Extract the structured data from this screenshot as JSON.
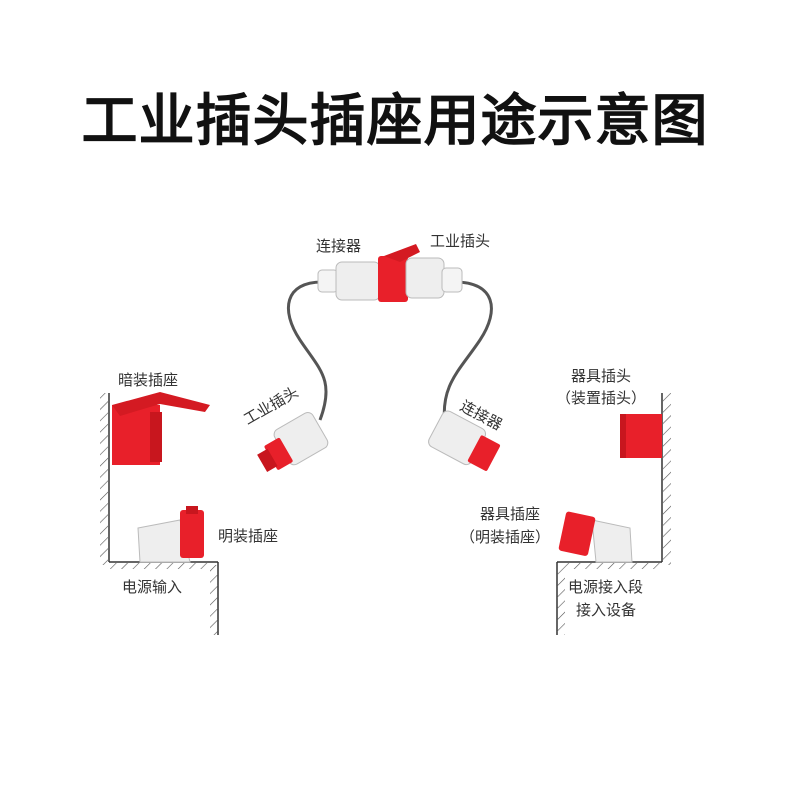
{
  "title": "工业插头插座用途示意图",
  "labels": {
    "connector_top": "连接器",
    "plug_top": "工业插头",
    "flush_socket": "暗装插座",
    "plug_left": "工业插头",
    "connector_right": "连接器",
    "appliance_plug": "器具插头",
    "appliance_plug_note": "（装置插头）",
    "surface_socket": "明装插座",
    "appliance_socket": "器具插座",
    "appliance_socket_note": "（明装插座）",
    "power_input": "电源输入",
    "power_input_segment": "电源接入段",
    "connect_device": "接入设备"
  },
  "colors": {
    "red": "#e8202a",
    "dark_red": "#b8141c",
    "white_part": "#eeeeee",
    "cable": "#555555",
    "wall": "#333333"
  },
  "icons": {
    "inline_connector": "inline-connector-icon",
    "flush_socket": "flush-socket-icon",
    "plug": "industrial-plug-icon",
    "surface_socket": "surface-socket-icon",
    "appliance_plug": "appliance-plug-icon"
  }
}
